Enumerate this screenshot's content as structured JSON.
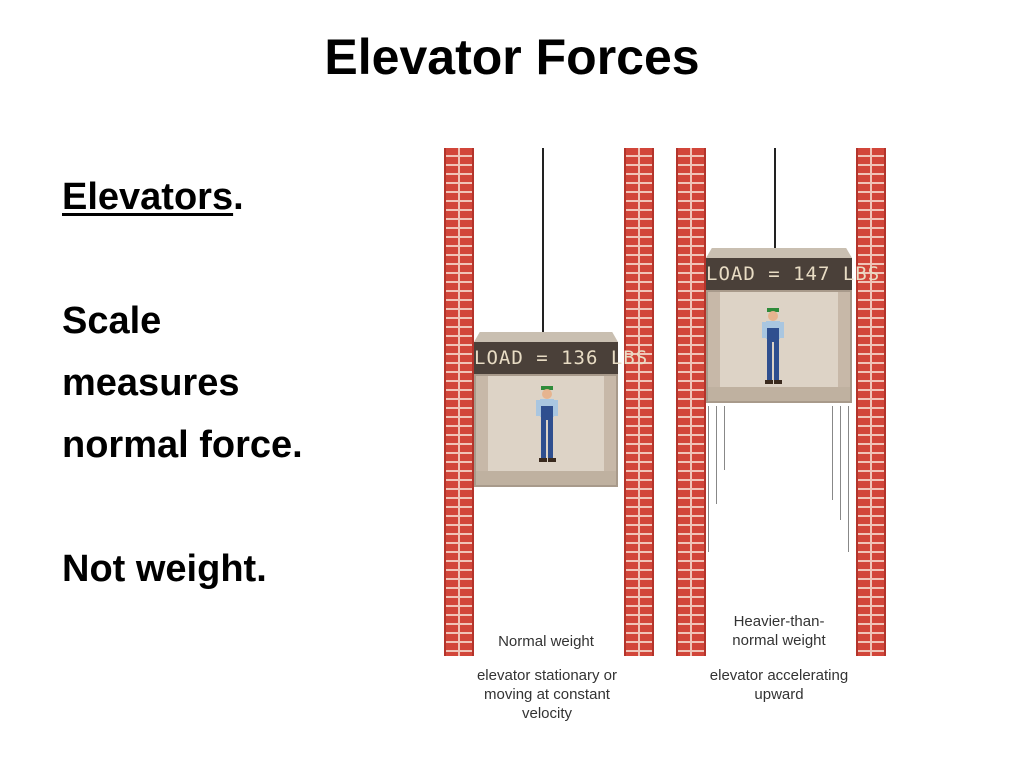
{
  "slide": {
    "title": "Elevator Forces",
    "heading_word": "Elevators",
    "heading_punct": ".",
    "line1": "Scale",
    "line2": "measures",
    "line3": "normal force.",
    "line4": "Not weight."
  },
  "figure": {
    "left_display": "LOAD = 136 LBS",
    "right_display": "LOAD = 147 LBS",
    "left_label": "Normal weight",
    "left_desc_1": "elevator stationary or",
    "left_desc_2": "moving at constant",
    "left_desc_3": "velocity",
    "right_label_1": "Heavier-than-",
    "right_label_2": "normal weight",
    "right_desc_1": "elevator accelerating",
    "right_desc_2": "upward"
  },
  "colors": {
    "brick": "#d2463a",
    "mortar": "#f0c4b8",
    "display_bg": "#4a4039",
    "car": "#c7b8a8",
    "shirt": "#a9c6e0",
    "overalls": "#2f4f8f",
    "cap": "#2e8b3a"
  }
}
